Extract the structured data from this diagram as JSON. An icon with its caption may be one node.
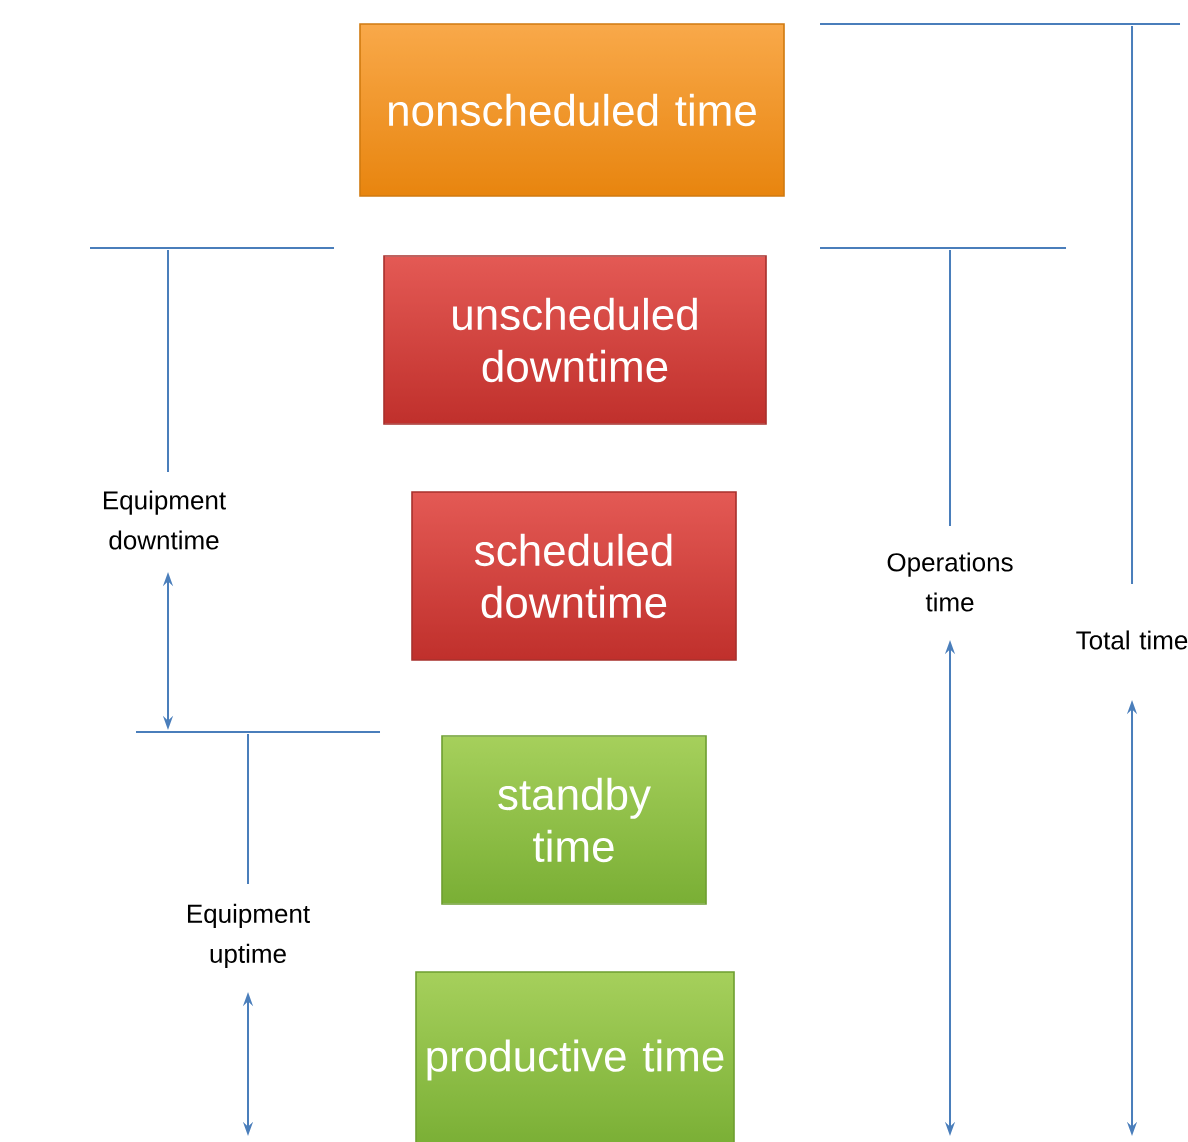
{
  "diagram": {
    "nodes": [
      {
        "text": [
          "nonscheduled time"
        ]
      },
      {
        "text": [
          "unscheduled downtime"
        ]
      },
      {
        "text": [
          "scheduled downtime"
        ]
      },
      {
        "text": [
          "standby time"
        ]
      },
      {
        "text": [
          "productive time"
        ]
      }
    ],
    "labels": [
      "Equipment downtime",
      "Operations time",
      "Total time",
      "Equipment uptime"
    ]
  }
}
